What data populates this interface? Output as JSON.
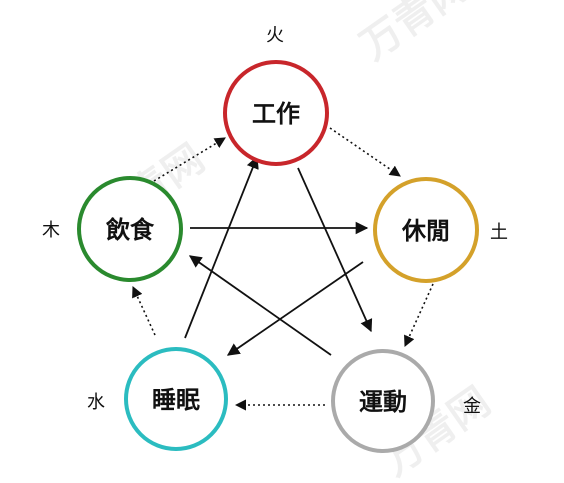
{
  "nodes": {
    "work": {
      "label": "工作",
      "element": "火",
      "color": "#c8262b"
    },
    "rest": {
      "label": "休閒",
      "element": "土",
      "color": "#d4a12a"
    },
    "sport": {
      "label": "運動",
      "element": "金",
      "color": "#aaaaaa"
    },
    "sleep": {
      "label": "睡眠",
      "element": "水",
      "color": "#2bbcc0"
    },
    "diet": {
      "label": "飲食",
      "element": "木",
      "color": "#2a8a2e"
    }
  },
  "watermarks": [
    "万青网",
    "万青网",
    "万青网"
  ]
}
